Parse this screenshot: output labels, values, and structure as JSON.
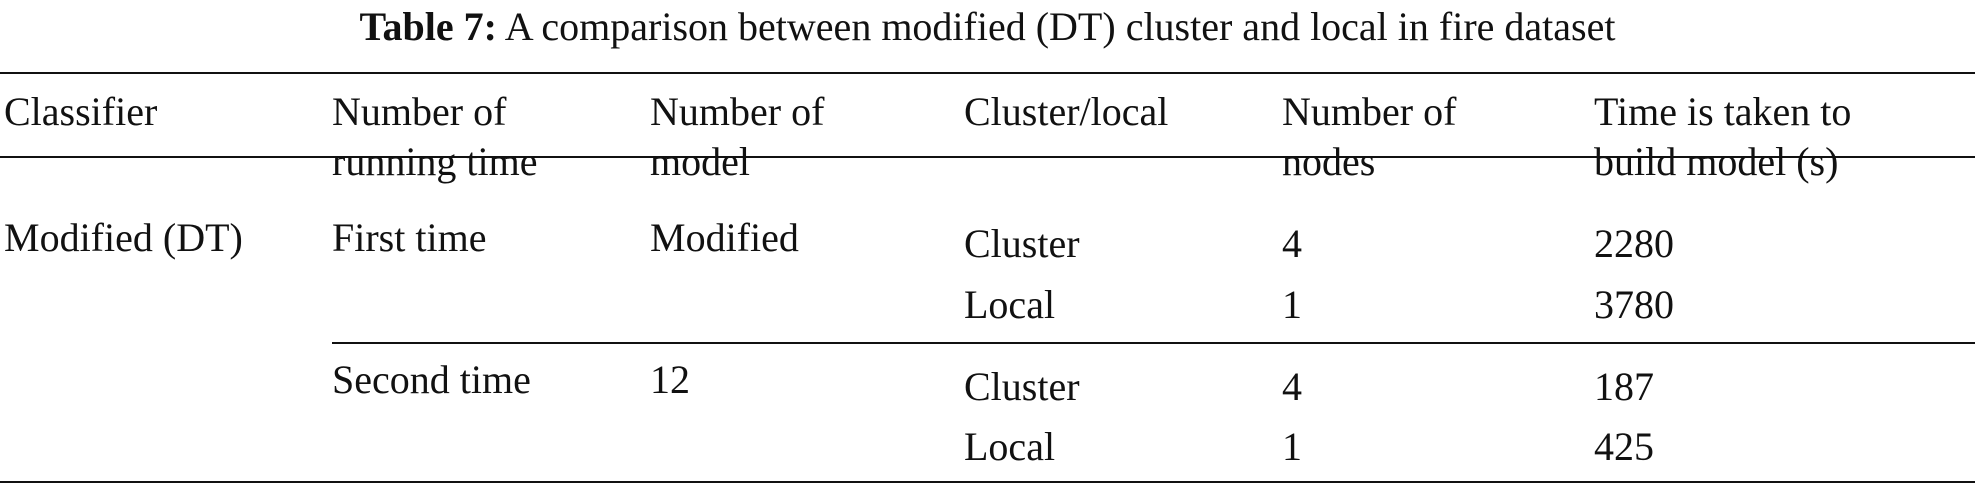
{
  "table": {
    "caption_label": "Table 7:",
    "caption_text": "A comparison between modified (DT) cluster and local in fire dataset",
    "headers": [
      [
        "Classifier"
      ],
      [
        "Number of",
        "running time"
      ],
      [
        "Number of",
        "model"
      ],
      [
        "Cluster/local"
      ],
      [
        "Number of",
        "nodes"
      ],
      [
        "Time is taken to",
        "build model (s)"
      ]
    ],
    "rows": {
      "classifier": "Modified (DT)",
      "run1": {
        "running_time": "First time",
        "model": "Modified",
        "entries": [
          {
            "cluster_local": "Cluster",
            "nodes": "4",
            "time": "2280"
          },
          {
            "cluster_local": "Local",
            "nodes": "1",
            "time": "3780"
          }
        ]
      },
      "run2": {
        "running_time": "Second time",
        "model": "12",
        "entries": [
          {
            "cluster_local": "Cluster",
            "nodes": "4",
            "time": "187"
          },
          {
            "cluster_local": "Local",
            "nodes": "1",
            "time": "425"
          }
        ]
      }
    }
  }
}
